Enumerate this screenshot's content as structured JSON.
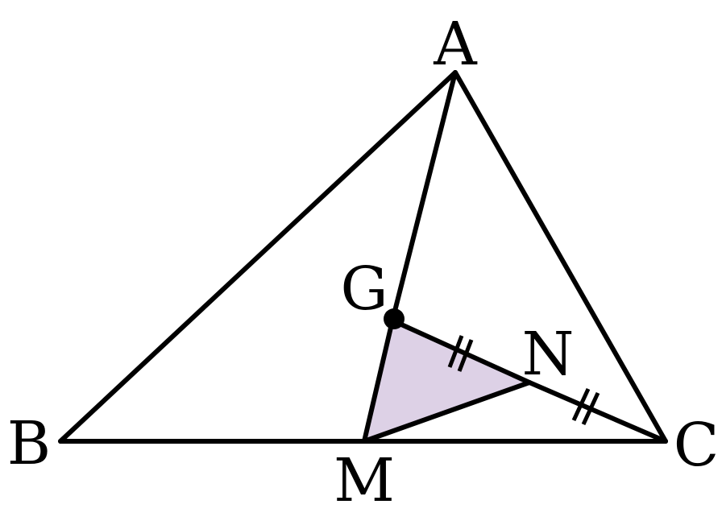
{
  "points": {
    "A": {
      "label": "A"
    },
    "B": {
      "label": "B"
    },
    "C": {
      "label": "C"
    },
    "G": {
      "label": "G"
    },
    "M": {
      "label": "M"
    },
    "N": {
      "label": "N"
    }
  },
  "segments": [
    "AB",
    "AC",
    "BC",
    "AG",
    "GN",
    "NC",
    "GM",
    "MN"
  ],
  "shaded_region": {
    "vertices": [
      "G",
      "M",
      "N"
    ],
    "fill": "#ddd1e6"
  },
  "equal_marks": {
    "segments": [
      "GN",
      "NC"
    ],
    "style": "double-tick"
  },
  "colors": {
    "stroke": "#000000",
    "background": "#ffffff",
    "shade": "#ddd1e6"
  }
}
